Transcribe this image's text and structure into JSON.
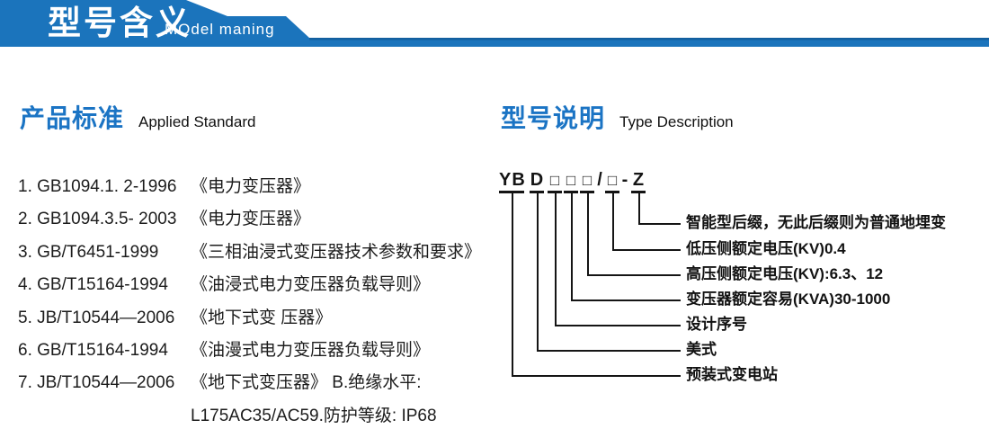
{
  "colors": {
    "header_blue": "#1b74bc",
    "header_strip_dark": "#135f9f",
    "heading_blue": "#1b74c4"
  },
  "header": {
    "title_zh": "型号含义",
    "title_en": "MOdel maning"
  },
  "standards": {
    "heading_zh": "产品标准",
    "heading_en": "Applied Standard",
    "items": [
      {
        "ref": "1. GB1094.1. 2-1996",
        "title": "《电力变压器》"
      },
      {
        "ref": "2. GB1094.3.5- 2003",
        "title": "《电力变压器》"
      },
      {
        "ref": "3. GB/T6451-1999",
        "title": "《三相油浸式变压器技术参数和要求》"
      },
      {
        "ref": "4. GB/T15164-1994",
        "title": "《油浸式电力变压器负载导则》"
      },
      {
        "ref": "5. JB/T10544—2006",
        "title": "《地下式变 压器》"
      },
      {
        "ref": "6. GB/T15164-1994",
        "title": "《油漫式电力变压器负载导则》"
      },
      {
        "ref": "7. JB/T10544—2006",
        "title": "《地下式变压器》 B.绝缘水平:"
      },
      {
        "ref": "",
        "title": "L175AC35/AC59.防护等级: IP68"
      }
    ]
  },
  "model": {
    "heading_zh": "型号说明",
    "heading_en": "Type Description",
    "code": {
      "yb": "YB",
      "d": "D",
      "box": "□",
      "slash": "/",
      "dash": "-",
      "z": "Z"
    },
    "labels": [
      "智能型后缀，无此后缀则为普通地埋变",
      "低压侧额定电压(KV)0.4",
      "高压侧额定电压(KV):6.3、12",
      "变压器额定容易(KVA)30-1000",
      "设计序号",
      "美式",
      "预装式变电站"
    ]
  }
}
